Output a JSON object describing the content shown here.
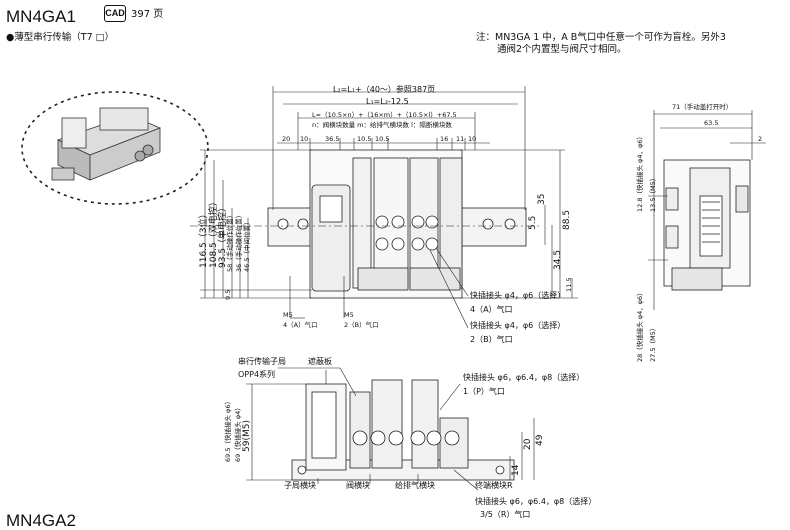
{
  "header": {
    "model": "MN4GA1",
    "cad_badge": "CAD",
    "cad_page": "397 页",
    "subtitle": "●薄型串行传输（T7 □）",
    "next_model": "MN4GA2"
  },
  "note": {
    "line1": "注：MN3GA 1 中，A B气口中任意一个可作为盲栓。另外3",
    "line2": "通阀2个内置型与阀尺寸相同。"
  },
  "top_dims": {
    "l2": "L₂=L₁+（40～）参照387页",
    "l1": "L₁=L₂-12.5",
    "l": "L=（10.5×n）+（16×m）+（10.5×l）+67.5",
    "legend": "n：阀横块数量 m：给排气横块数 l：隔断横块数",
    "d20": "20",
    "d10a": "10",
    "d365": "36.5",
    "d105a": "10.5",
    "d105b": "10.5",
    "d16": "16",
    "d11": "11",
    "d10b": "10"
  },
  "left_dims": {
    "h1165": "116.5（3位）",
    "h1085": "108.5（双电控）",
    "h935": "93.5（单电控）",
    "h58": "58（手动操作位置）",
    "h36": "36（手动操作位置）",
    "h46": "46.5（中间位置）",
    "h95": "9.5"
  },
  "right_dims": {
    "d35": "35",
    "d55": "5.5",
    "d885": "88.5",
    "d345": "34.5",
    "d115": "11.5"
  },
  "port_labels": {
    "m5a": "M5",
    "port4": "4（A）气口",
    "m5b": "M5",
    "port2": "2（B）气口",
    "fit1": "快插接头 φ4，φ6（选择）",
    "fit1b": "4（A）气口",
    "fit2": "快插接头 φ4，φ6（选择）",
    "fit2b": "2（B）气口"
  },
  "side_view": {
    "d71": "71（手动盖打开时）",
    "d635": "63.5",
    "d2": "2",
    "v128": "12.8（快插接头 φ4，φ6）",
    "v135": "13.5（M5）",
    "v28": "28（快插接头 φ4，φ6）",
    "v275": "27.5（M5）"
  },
  "bottom_view": {
    "serial": "串行传输子局",
    "cover": "遮蔽板",
    "opp": "OPP4系列",
    "fit_p": "快插接头 φ6，φ6.4，φ8（选择）",
    "port_p": "1（P）气口",
    "v695": "69.5（快插接头 φ6）",
    "v69": "69（快插接头 φ4）",
    "v59": "59(M5)",
    "d14": "14",
    "d20": "20",
    "d49": "49",
    "sub": "子局横块",
    "valve_blk": "阀横块",
    "supply_blk": "给排气横块",
    "end_blk": "终端横块R",
    "fit_r": "快插接头 φ6，φ6.4，φ8（选择）",
    "port_r": "3/5（R）气口"
  }
}
